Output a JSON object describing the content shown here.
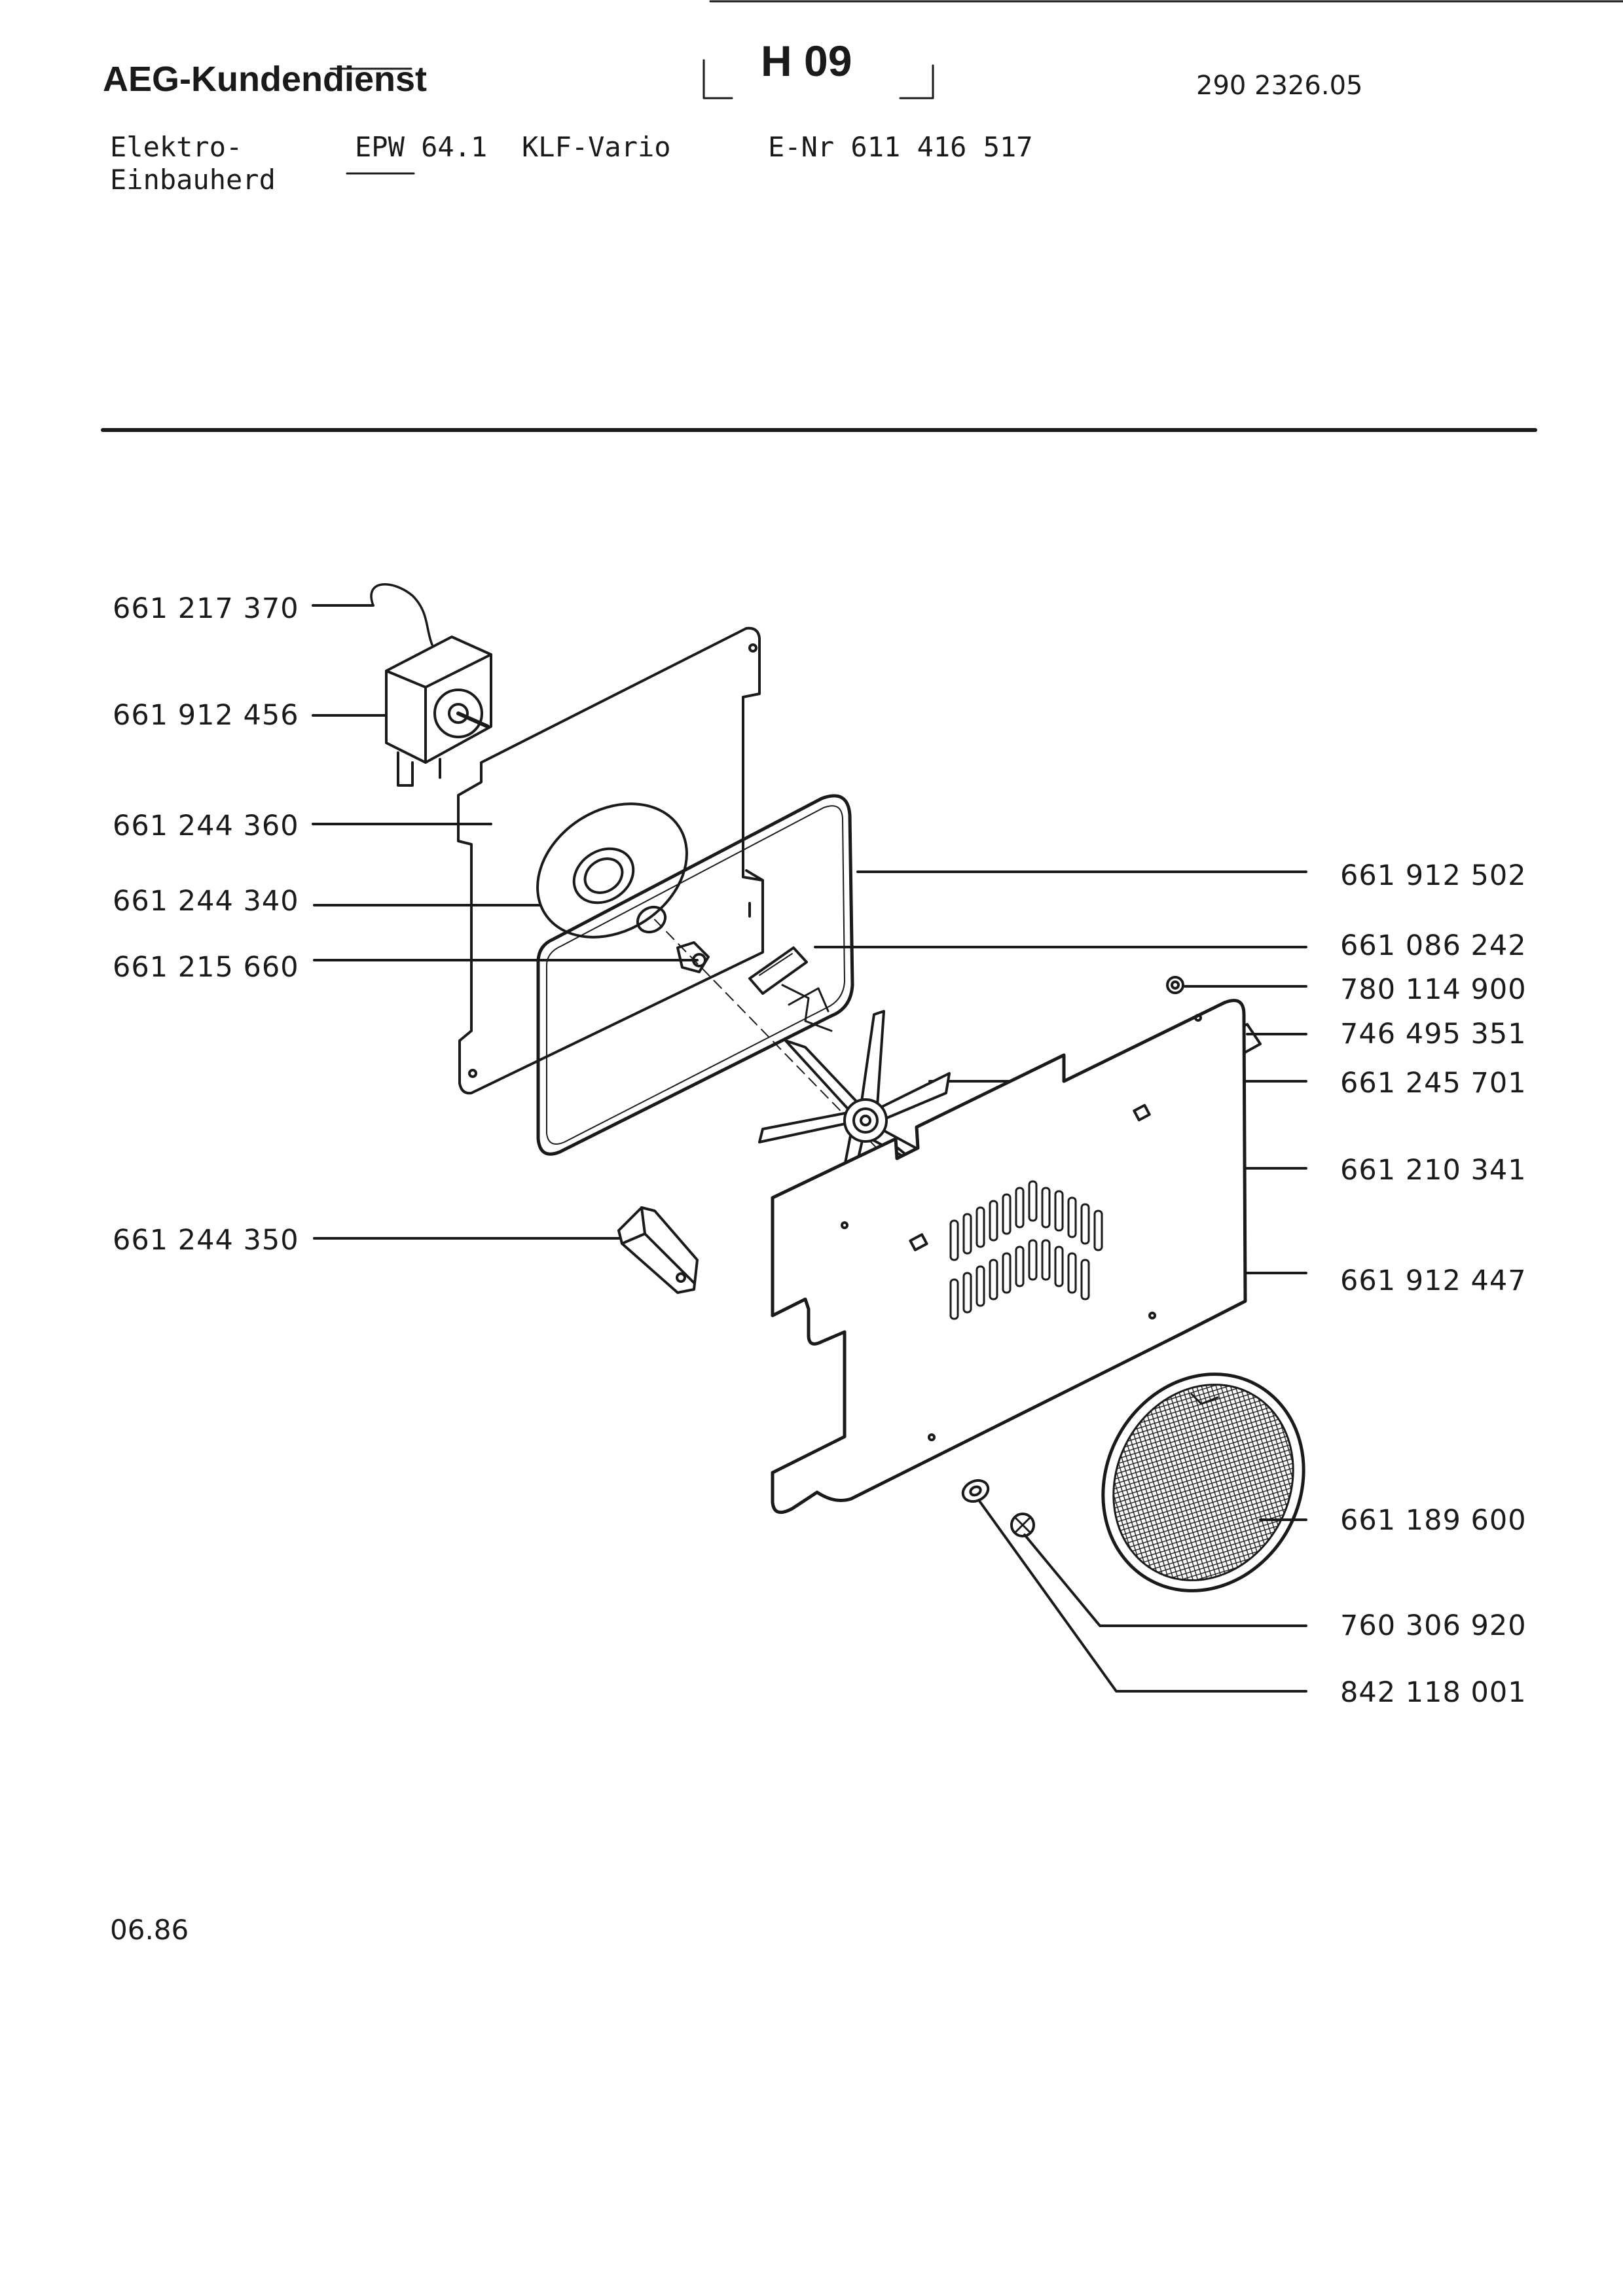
{
  "header": {
    "brand": "AEG-Kundendienst",
    "section_code": "H 09",
    "document_number": "290 2326.05",
    "product_type_line1": "Elektro-",
    "product_type_line2": "Einbauherd",
    "model": "EPW 64.1",
    "variant": "KLF-Vario",
    "e_number": "E-Nr 611 416 517"
  },
  "parts": {
    "left": [
      "661 217 370",
      "661 912 456",
      "661 244 360",
      "661 244 340",
      "661 215 660",
      "661 244 350"
    ],
    "right": [
      "661 912 502",
      "661 086 242",
      "780 114 900",
      "746 495 351",
      "661 245 701",
      "661 210 341",
      "661 912 447",
      "661 189 600",
      "760 306 920",
      "842 118 001"
    ]
  },
  "footer": {
    "date": "06.86"
  },
  "colors": {
    "ink": "#1a1a1a",
    "paper": "#ffffff"
  }
}
